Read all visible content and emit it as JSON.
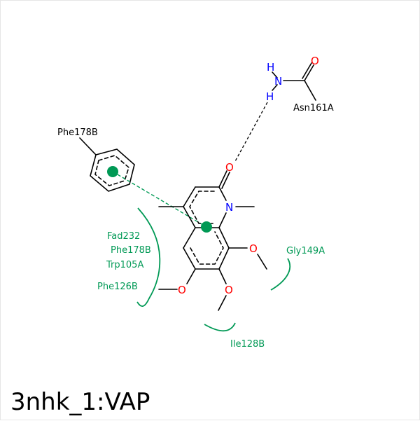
{
  "title": "3nhk_1:VAP",
  "colors": {
    "carbon": "#000000",
    "nitrogen": "#0000ff",
    "oxygen": "#ff0000",
    "hydrophobic": "#009955",
    "hbond": "#000000"
  },
  "atoms": {
    "h_top": "H",
    "n_amide": "N",
    "h_bottom": "H",
    "o_amide": "O",
    "o_ring": "O",
    "n_ring": "N",
    "o_methoxy_right": "O",
    "o_methoxy_bottom": "O",
    "o_methoxy_left": "O"
  },
  "residues": {
    "asn161a": "Asn161A",
    "phe178b_top": "Phe178B",
    "fad232": "Fad232",
    "phe178b_mid": "Phe178B",
    "trp105a": "Trp105A",
    "phe126b": "Phe126B",
    "gly149a": "Gly149A",
    "ile128b": "Ile128B"
  }
}
